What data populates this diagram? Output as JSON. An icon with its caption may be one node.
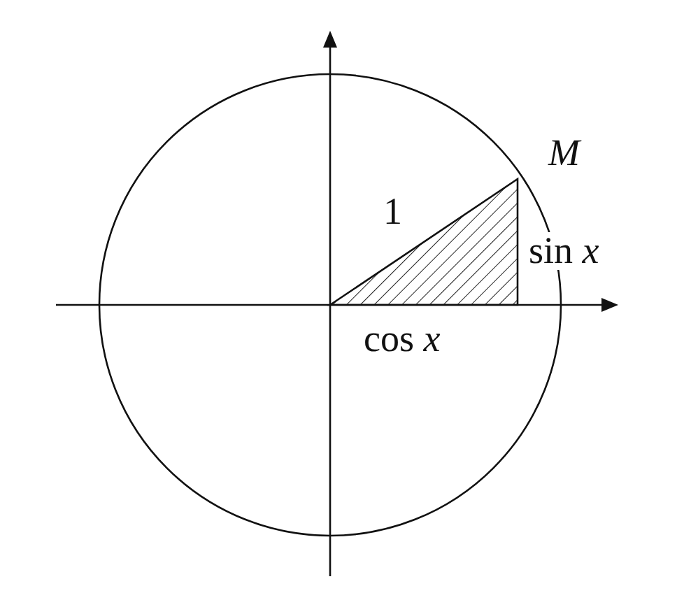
{
  "diagram": {
    "labels": [
      "M",
      "1",
      "sin *x*",
      "cos *x*"
    ]
  }
}
